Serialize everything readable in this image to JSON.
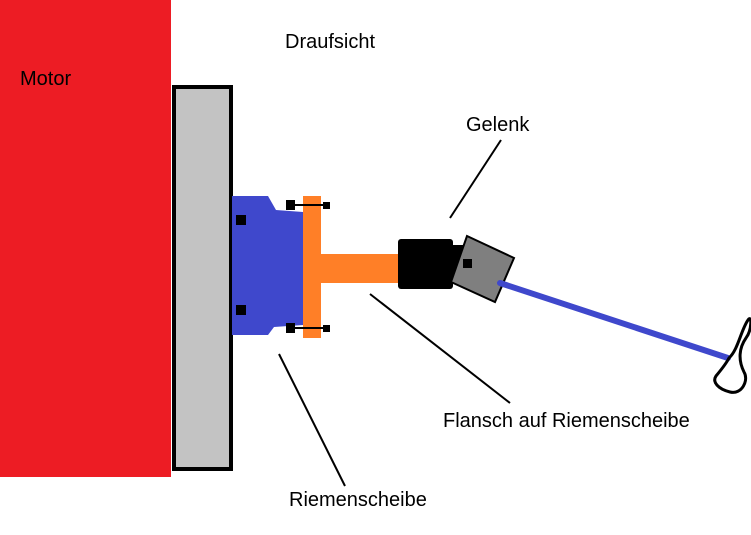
{
  "labels": {
    "title": "Draufsicht",
    "motor": "Motor",
    "gelenk": "Gelenk",
    "flansch": "Flansch auf Riemenscheibe",
    "riemenscheibe": "Riemenscheibe"
  },
  "colors": {
    "motor": "#ED1C24",
    "plate": "#C3C3C3",
    "pulley": "#3F48CC",
    "flange": "#FF7F27",
    "joint_dark": "#000000",
    "joint_grey": "#7F7F7F",
    "shaft": "#3F48CC",
    "outline": "#000000"
  }
}
